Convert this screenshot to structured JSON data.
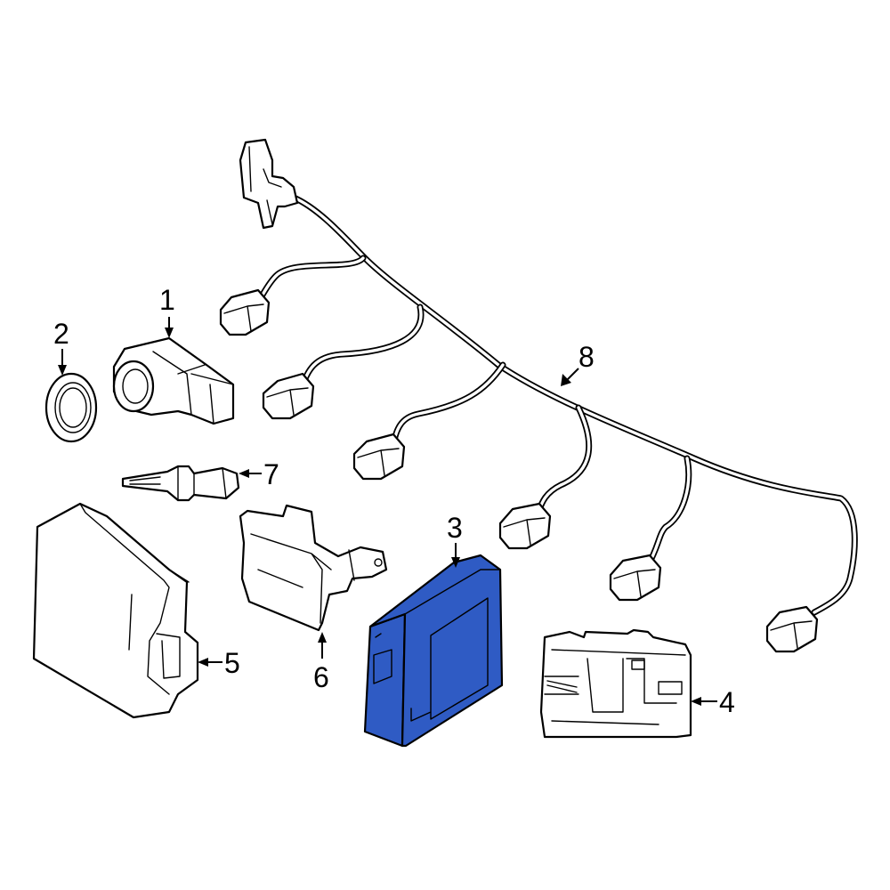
{
  "callouts": {
    "c1": "1",
    "c2": "2",
    "c3": "3",
    "c4": "4",
    "c5": "5",
    "c6": "6",
    "c7": "7",
    "c8": "8"
  },
  "colors": {
    "highlight": "#2f5bc4",
    "line": "#000000",
    "background": "#ffffff"
  }
}
